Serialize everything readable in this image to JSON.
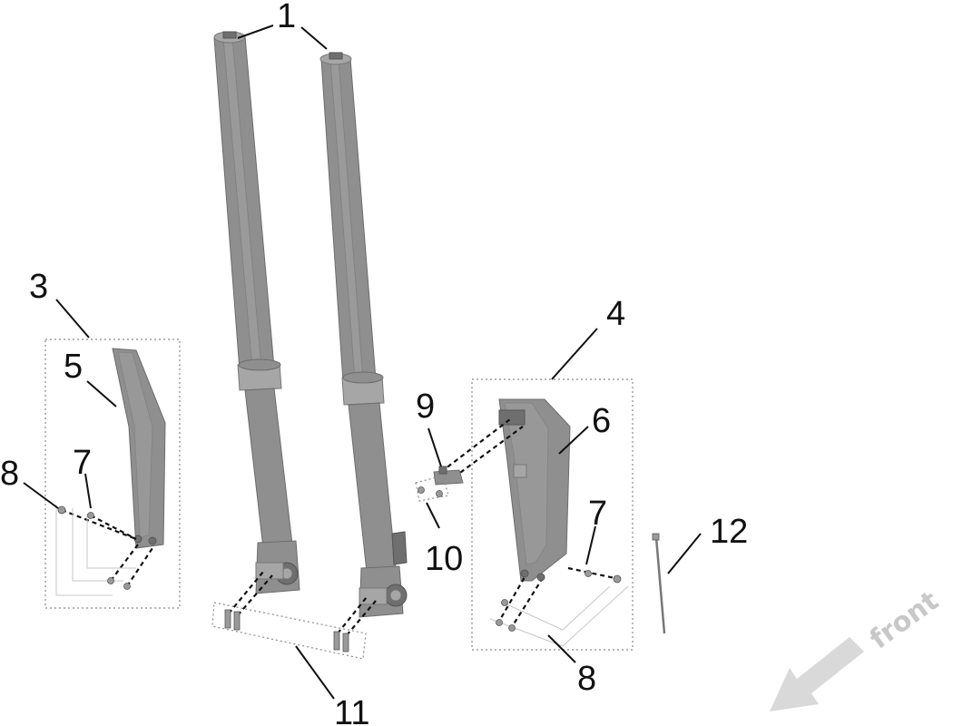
{
  "diagram": {
    "callouts": {
      "c1": "1",
      "c3": "3",
      "c4": "4",
      "c5": "5",
      "c6": "6",
      "c7_left": "7",
      "c7_right": "7",
      "c8_left": "8",
      "c8_right": "8",
      "c9": "9",
      "c10": "10",
      "c11": "11",
      "c12": "12"
    },
    "direction_label": "front",
    "direction_arrow_color": "#d9d9d9",
    "part_color": "#8f8f8f"
  }
}
